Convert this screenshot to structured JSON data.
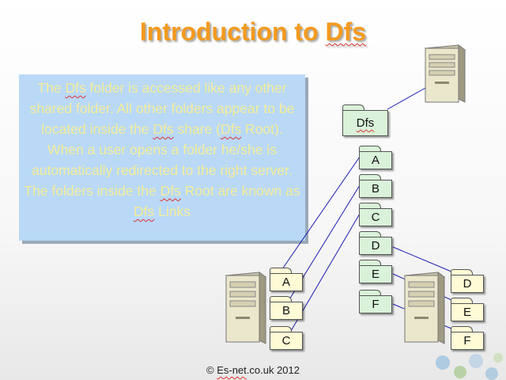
{
  "title_prefix": "Introduction to ",
  "title_highlight": "Dfs",
  "description": [
    {
      "t": "The ",
      "s": false
    },
    {
      "t": "Dfs",
      "s": true
    },
    {
      "t": " folder is accessed like any other shared folder. All other folders appear to be located inside the ",
      "s": false
    },
    {
      "t": "Dfs",
      "s": true
    },
    {
      "t": " share (",
      "s": false
    },
    {
      "t": "Dfs",
      "s": true
    },
    {
      "t": " Root). When a user opens a folder he/she is automatically redirected to the right server. The folders inside the ",
      "s": false
    },
    {
      "t": "Dfs",
      "s": true
    },
    {
      "t": " Root are known as ",
      "s": false
    },
    {
      "t": "Dfs",
      "s": true
    },
    {
      "t": " Links",
      "s": false
    }
  ],
  "root_folder_label": "Dfs",
  "link_folders": [
    "A",
    "B",
    "C",
    "D",
    "E",
    "F"
  ],
  "left_server_folders": [
    "A",
    "B",
    "C"
  ],
  "right_server_folders": [
    "D",
    "E",
    "F"
  ],
  "footer": {
    "prefix": "© ",
    "site": "Es-net",
    "suffix": ".co.uk 2012"
  },
  "colors": {
    "title": "#f39a1e",
    "textbox": "#b9d9f7",
    "text": "#f5ec9a",
    "lines": "#1c1cb0"
  }
}
